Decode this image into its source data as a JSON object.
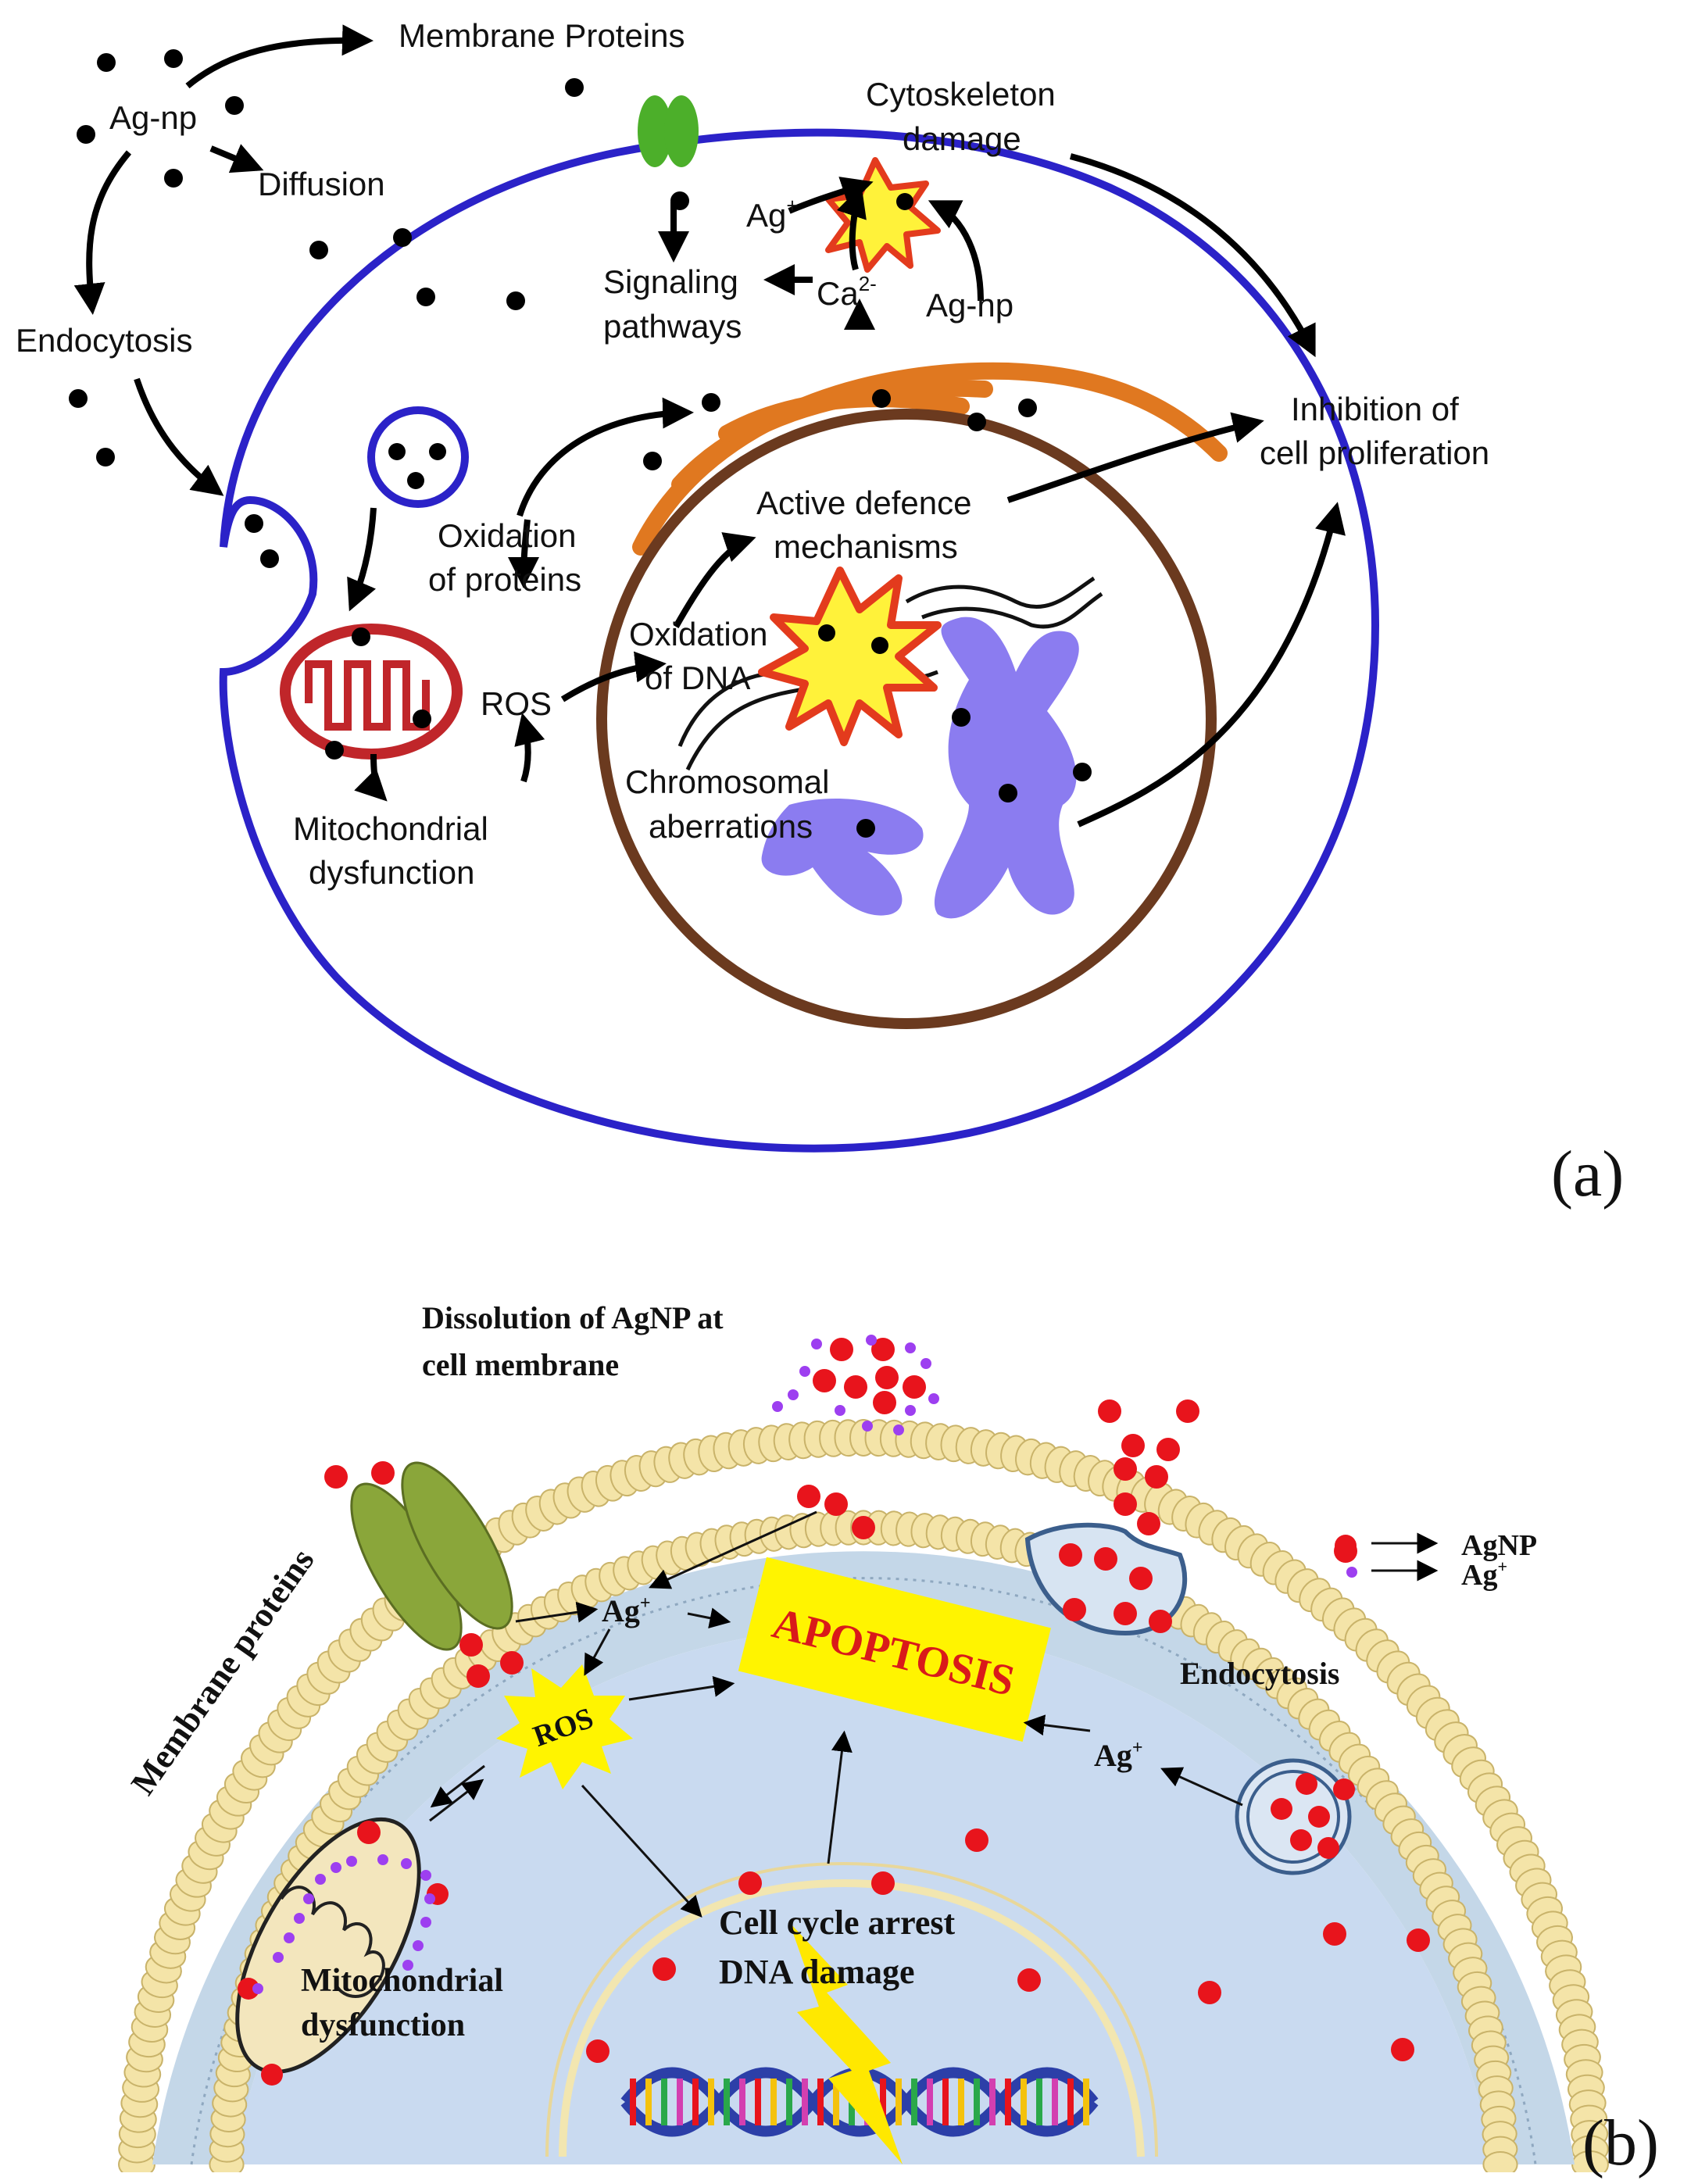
{
  "panel_a": {
    "label": "(a)",
    "texts": {
      "ag_np_top": "Ag-np",
      "membrane_proteins": "Membrane Proteins",
      "diffusion": "Diffusion",
      "endocytosis": "Endocytosis",
      "cytoskeleton_1": "Cytoskeleton",
      "cytoskeleton_2": "damage",
      "ag_plus": "Ag",
      "ag_plus_sup": "+",
      "ca": "Ca",
      "ca_sup": "2-",
      "ag_np_inner": "Ag-np",
      "signaling_1": "Signaling",
      "signaling_2": "pathways",
      "inhibition_1": "Inhibition of",
      "inhibition_2": "cell proliferation",
      "active_1": "Active defence",
      "active_2": "mechanisms",
      "ox_prot_1": "Oxidation",
      "ox_prot_2": "of proteins",
      "ox_dna_1": "Oxidation",
      "ox_dna_2": "of DNA",
      "ros": "ROS",
      "chrom_1": "Chromosomal",
      "chrom_2": "aberrations",
      "mito_1": "Mitochondrial",
      "mito_2": "dysfunction"
    }
  },
  "panel_b": {
    "label": "(b)",
    "texts": {
      "dissolution_1": "Dissolution of AgNP at",
      "dissolution_2": "cell membrane",
      "membrane_proteins": "Membrane proteins",
      "ag_plus_top": "Ag",
      "ag_plus_top_sup": "+",
      "apoptosis": "APOPTOSIS",
      "ros": "ROS",
      "endocytosis": "Endocytosis",
      "ag_plus_right": "Ag",
      "ag_plus_right_sup": "+",
      "legend_agnp": "AgNP",
      "legend_ag": "Ag",
      "legend_ag_sup": "+",
      "cell_cycle": "Cell cycle arrest",
      "dna_damage": "DNA damage",
      "mito_1": "Mitochondrial",
      "mito_2": "dysfunction"
    }
  },
  "colors": {
    "cell_membrane_a": "#2b22c8",
    "er_orange": "#e07820",
    "nucleus_brown": "#6b3a1f",
    "mito_red": "#c0262a",
    "chromosome": "#8b7cf0",
    "protein_green": "#4caf2a",
    "star_yellow": "#fff23a",
    "star_red": "#e33b1d",
    "cytoplasm_b": "#c9daf0",
    "lipid_head": "#f4e4a8",
    "agnp_red": "#e8141c",
    "ag_ion_purple": "#9d3ff0",
    "apoptosis_bg": "#fff400",
    "apoptosis_text": "#d91a1a"
  }
}
